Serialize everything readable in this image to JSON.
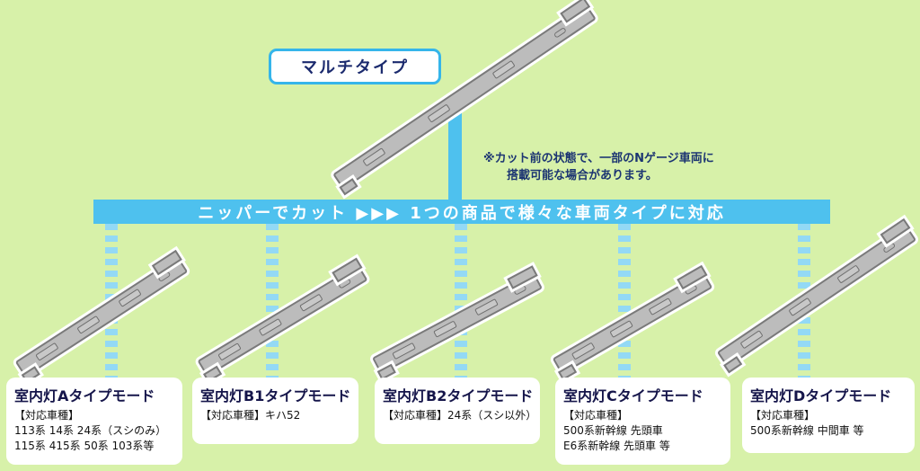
{
  "multi_type": {
    "label": "マルチタイプ"
  },
  "note": {
    "line1": "※カット前の状態で、一部のNゲージ車両に",
    "line2": "搭載可能な場合があります。"
  },
  "banner": {
    "text": "ニッパーでカット ▶▶▶ 1つの商品で様々な車両タイプに対応"
  },
  "modes": [
    {
      "title": "室内灯Aタイプモード",
      "lines": [
        "【対応車種】",
        "113系 14系  24系（スシのみ）",
        "115系 415系 50系 103系等"
      ]
    },
    {
      "title": "室内灯B1タイプモード",
      "lines": [
        "【対応車種】キハ52"
      ]
    },
    {
      "title": "室内灯B2タイプモード",
      "lines": [
        "【対応車種】24系（スシ以外）"
      ]
    },
    {
      "title": "室内灯Cタイプモード",
      "lines": [
        "【対応車種】",
        "500系新幹線 先頭車",
        "E6系新幹線 先頭車 等"
      ]
    },
    {
      "title": "室内灯Dタイプモード",
      "lines": [
        "【対応車種】",
        "500系新幹線  中間車 等"
      ]
    }
  ],
  "colors": {
    "background": "#d7f1a9",
    "banner_blue": "#4ec1ee",
    "stripe_blue": "#93d9f5",
    "accent_border": "#35b5ea",
    "navy_text": "#1c3572",
    "part_gray": "#bcbcbc"
  }
}
